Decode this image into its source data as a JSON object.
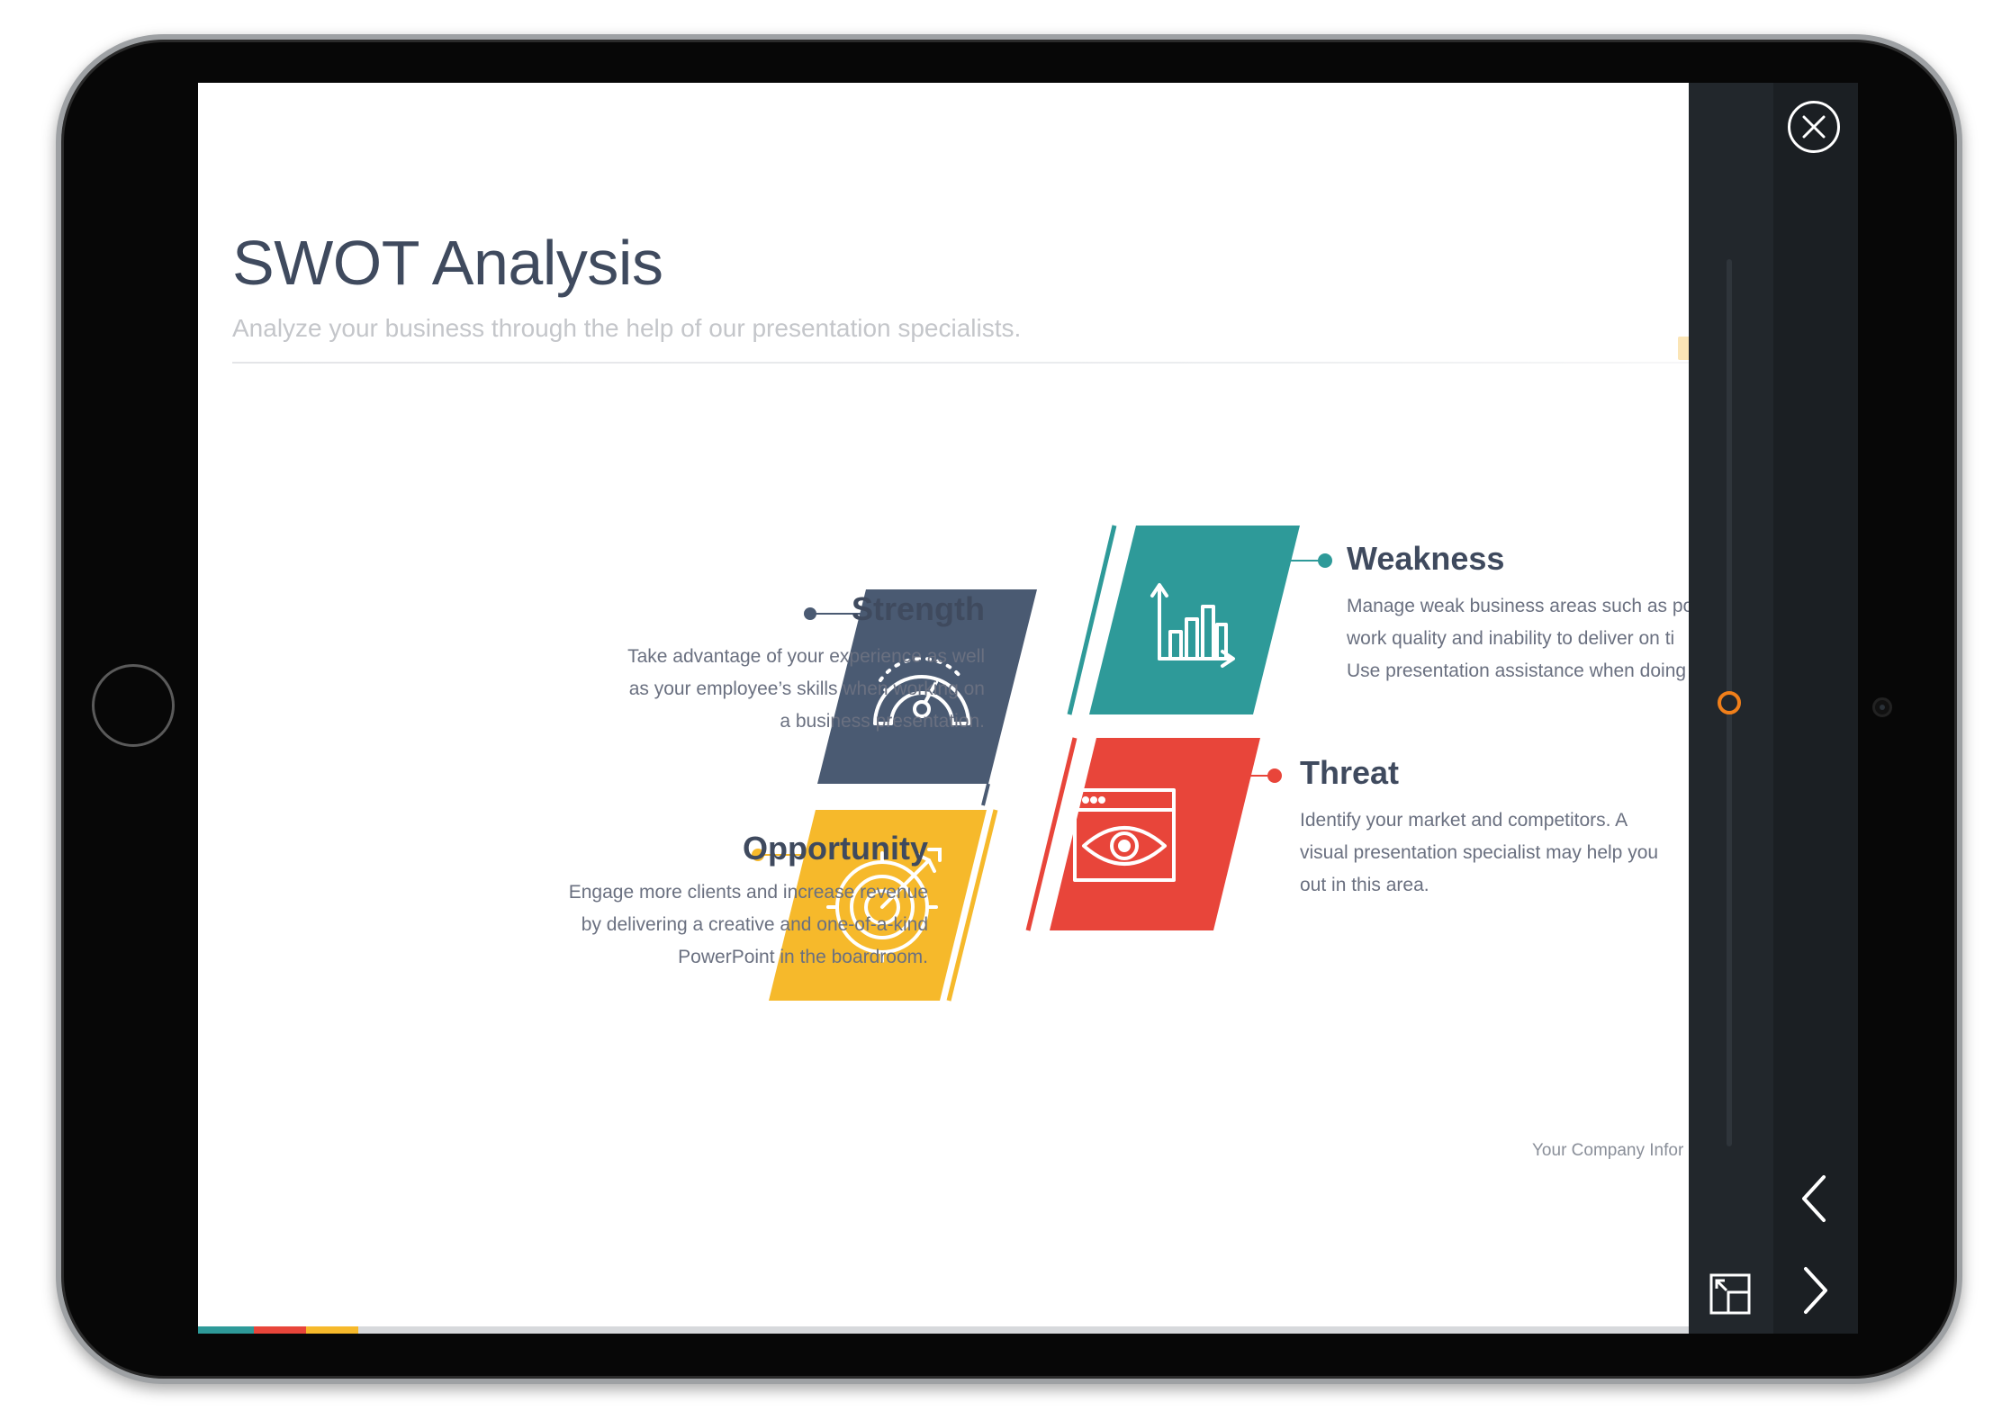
{
  "slide": {
    "title": "SWOT Analysis",
    "subtitle": "Analyze your business through the help of our presentation specialists.",
    "footer": "Your Company Infor"
  },
  "swot": {
    "strength": {
      "title": "Strength",
      "lines": [
        "Take advantage of your experience as well",
        "as your employee’s skills when working on",
        "a business presentation."
      ],
      "color": "#4a5a72",
      "icon": "speedometer-icon"
    },
    "weakness": {
      "title": "Weakness",
      "lines": [
        "Manage weak business areas such as po",
        "work quality and inability to deliver on ti",
        "Use presentation assistance when doing"
      ],
      "color": "#2e9a99",
      "icon": "bar-chart-icon"
    },
    "opportunity": {
      "title": "Opportunity",
      "lines": [
        "Engage more clients and increase revenue",
        "by delivering a creative and one-of-a-kind",
        "PowerPoint in the boardroom."
      ],
      "color": "#f6b92b",
      "icon": "target-icon"
    },
    "threat": {
      "title": "Threat",
      "lines": [
        "Identify your market and competitors.  A",
        "visual presentation specialist may help you",
        "out in this area."
      ],
      "color": "#e8453a",
      "icon": "eye-icon"
    }
  },
  "panel": {
    "close_icon": "close-icon",
    "prev_icon": "chevron-left-icon",
    "next_icon": "chevron-right-icon",
    "expand_icon": "expand-icon",
    "progress_fraction": 0.5,
    "accent_color": "#f07f1a"
  }
}
